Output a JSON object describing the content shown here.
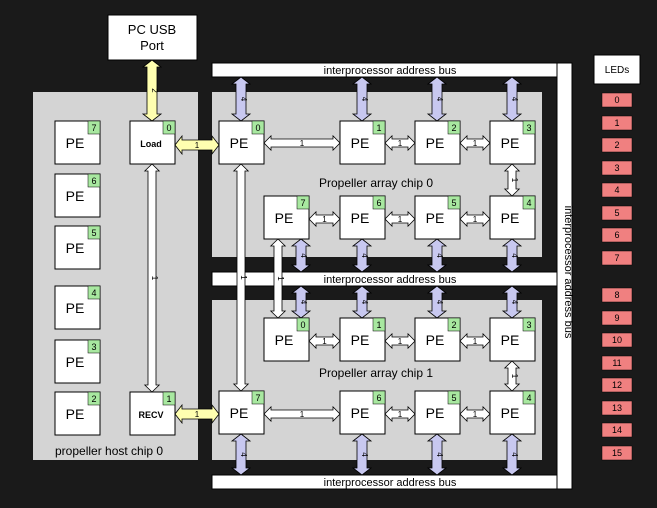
{
  "usb_port": {
    "line1": "PC USB",
    "line2": "Port"
  },
  "pe_label": "PE",
  "load_label": "Load",
  "recv_label": "RECV",
  "host_label": "propeller host chip 0",
  "chip0_label": "Propeller array chip 0",
  "chip1_label": "Propeller array chip 1",
  "bus_label": "interprocessor address bus",
  "leds_label": "LEDs",
  "leds": [
    "0",
    "1",
    "2",
    "3",
    "4",
    "5",
    "6",
    "7",
    "8",
    "9",
    "10",
    "11",
    "12",
    "13",
    "14",
    "15"
  ],
  "width_bus": "4",
  "width_link": "1",
  "width_usb": "2",
  "host_pes": [
    "7",
    "6",
    "5",
    "4",
    "3",
    "2"
  ],
  "load_id": "0",
  "recv_id": "1",
  "chip0_top": [
    "0",
    "1",
    "2",
    "3"
  ],
  "chip0_bottom": [
    "7",
    "6",
    "5",
    "4"
  ],
  "chip1_top": [
    "0",
    "1",
    "2",
    "3"
  ],
  "chip1_bottom": [
    "7",
    "6",
    "5",
    "4"
  ],
  "colors": {
    "background": "#1a1a1a",
    "chip": "#d4d4d4",
    "badge": "#a8e8a0",
    "led": "#f08080",
    "yellow_arrow": "#ffffb0",
    "blue_arrow": "#c8c8f0"
  }
}
